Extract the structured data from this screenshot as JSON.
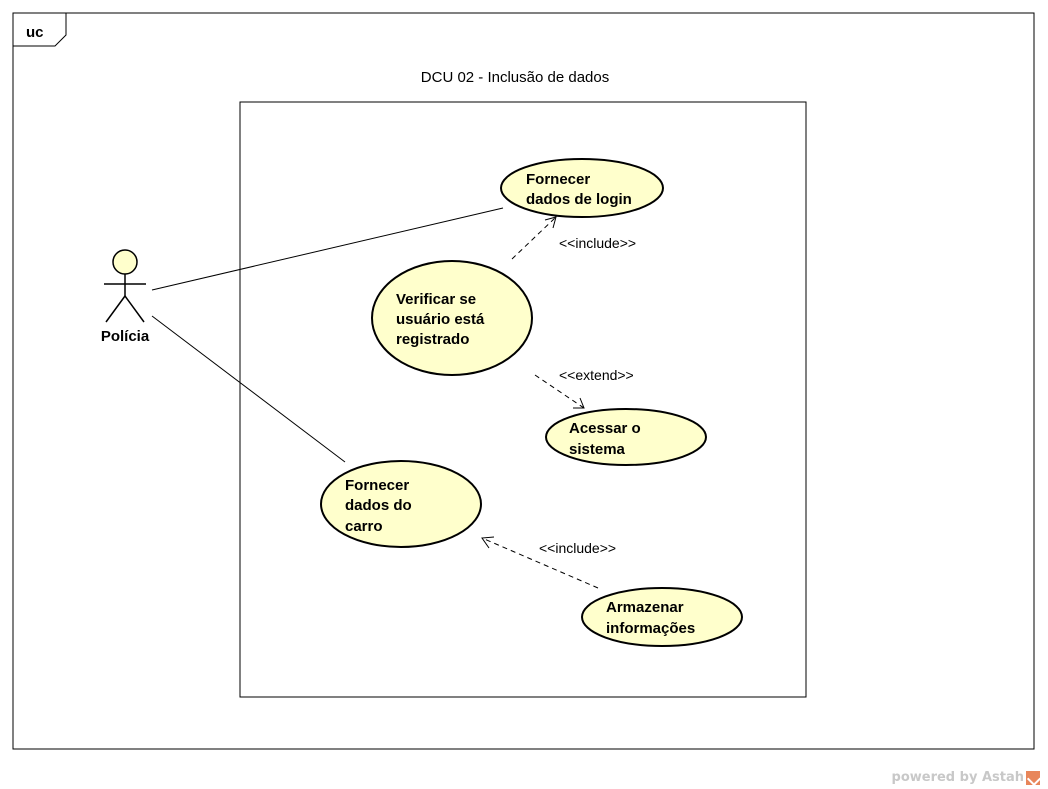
{
  "frame": {
    "tag": "uc",
    "title": "DCU 02 - Inclusão de dados"
  },
  "actor": {
    "name": "Polícia"
  },
  "use_cases": {
    "login": [
      "Fornecer",
      "dados de login"
    ],
    "verify": [
      "Verificar se",
      "usuário está",
      "registrado"
    ],
    "access": [
      "Acessar o",
      "sistema"
    ],
    "car": [
      "Fornecer",
      "dados do",
      "carro"
    ],
    "store": [
      "Armazenar",
      "informações"
    ]
  },
  "relations": {
    "include_login": "<<include>>",
    "extend_access": "<<extend>>",
    "include_car": "<<include>>"
  },
  "colors": {
    "use_case_fill": "#ffffcc",
    "stroke": "#000000"
  },
  "watermark": {
    "text": "powered by Astah"
  }
}
